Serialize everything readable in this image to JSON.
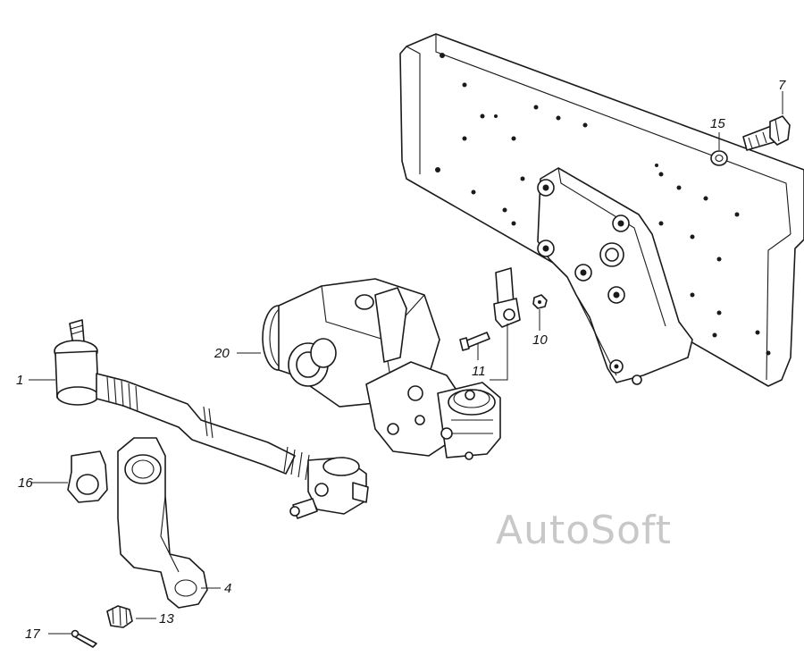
{
  "colors": {
    "ink": "#1a1a1a",
    "watermark": "#c8c8c8",
    "background": "#ffffff"
  },
  "watermark": {
    "text": "AutoSoft"
  },
  "callouts": [
    {
      "id": "1",
      "label": "1"
    },
    {
      "id": "4",
      "label": "4"
    },
    {
      "id": "7",
      "label": "7"
    },
    {
      "id": "10",
      "label": "10"
    },
    {
      "id": "11",
      "label": "11"
    },
    {
      "id": "13",
      "label": "13"
    },
    {
      "id": "15",
      "label": "15"
    },
    {
      "id": "16",
      "label": "16"
    },
    {
      "id": "17",
      "label": "17"
    },
    {
      "id": "20",
      "label": "20"
    }
  ]
}
